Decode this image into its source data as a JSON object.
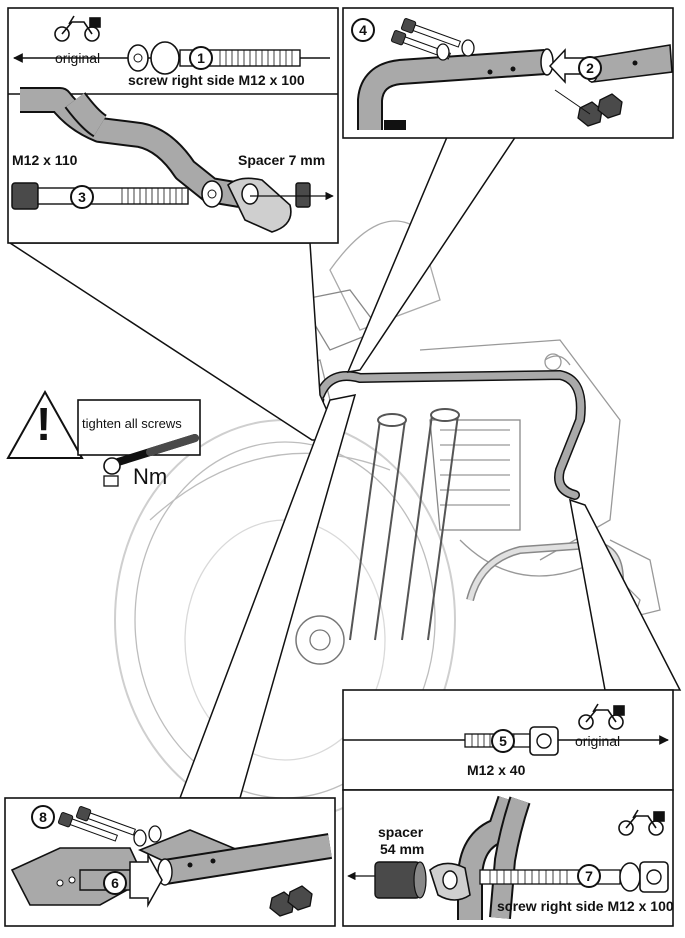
{
  "labels": {
    "original": "original",
    "screw_right_m12x100": "screw right side M12 x 100",
    "m12x110": "M12 x 110",
    "spacer_7mm": "Spacer 7 mm",
    "tighten_all_screws": "tighten all screws",
    "nm": "Nm",
    "m12x40": "M12 x 40",
    "spacer": "spacer",
    "mm54": "54 mm"
  },
  "steps": [
    "1",
    "2",
    "3",
    "4",
    "5",
    "6",
    "7",
    "8"
  ],
  "warning_mark": "!",
  "colors": {
    "line": "#111111",
    "bar": "#a9a9a9",
    "bike_light": "#bdbdbd",
    "bolt": "#4a4a4a"
  },
  "icons": [
    "motorcycle-icon",
    "warning-icon",
    "torque-wrench-icon",
    "arrow-icon"
  ]
}
